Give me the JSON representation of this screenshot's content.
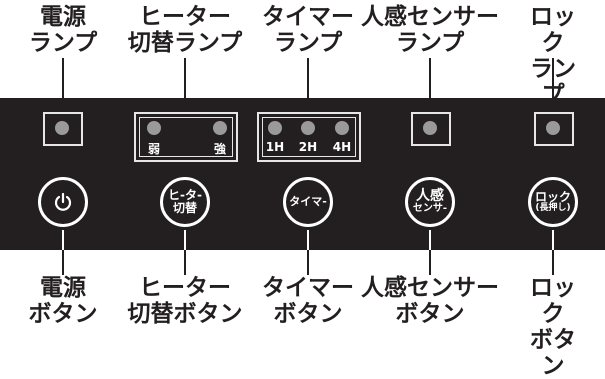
{
  "top_labels": {
    "power": "電源\nランプ",
    "heater": "ヒーター\n切替ランプ",
    "timer": "タイマー\nランプ",
    "sensor": "人感センサー\nランプ",
    "lock": "ロック\nランプ"
  },
  "heater_lamps": {
    "weak": "弱",
    "strong": "強"
  },
  "timer_lamps": [
    "1H",
    "2H",
    "4H"
  ],
  "buttons": {
    "power": "power-icon",
    "heater": "ヒ-タ-\n切替",
    "timer": "タイマ-",
    "sensor_line1": "人感",
    "sensor_line2": "センサ-",
    "lock_line1": "ロック",
    "lock_line2": "(長押し)"
  },
  "bottom_labels": {
    "power": "電源\nボタン",
    "heater": "ヒーター\n切替ボタン",
    "timer": "タイマー\nボタン",
    "sensor": "人感センサー\nボタン",
    "lock": "ロック\nボタン"
  },
  "colors": {
    "panel": "#231f20",
    "led": "#9a9a9a",
    "line": "#ffffff",
    "text": "#231f20"
  }
}
